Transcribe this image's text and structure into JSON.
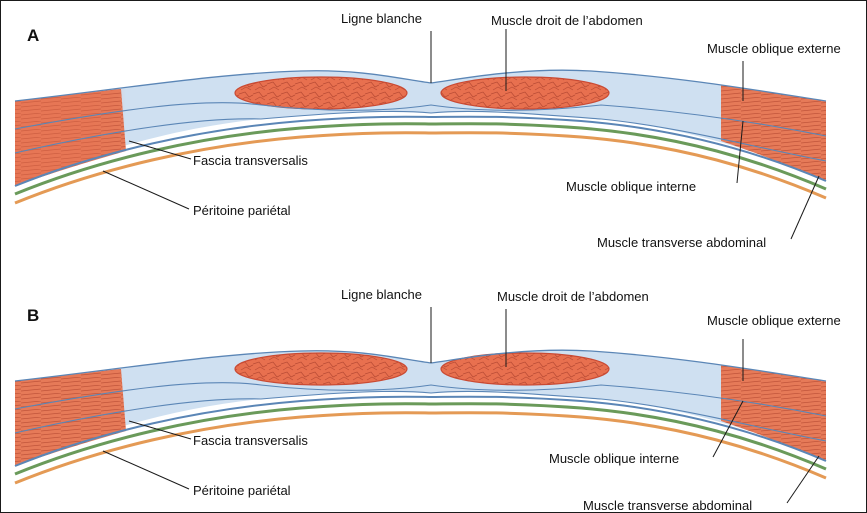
{
  "panels": [
    {
      "letter": "A",
      "labels": {
        "linea_alba": "Ligne blanche",
        "rectus": "Muscle droit de l’abdomen",
        "external_oblique": "Muscle oblique externe",
        "transversalis_fascia": "Fascia transversalis",
        "internal_oblique": "Muscle oblique interne",
        "parietal_peritoneum": "Péritoine pariétal",
        "transversus": "Muscle transverse abdominal"
      }
    },
    {
      "letter": "B",
      "labels": {
        "linea_alba": "Ligne blanche",
        "rectus": "Muscle droit de l’abdomen",
        "external_oblique": "Muscle oblique externe",
        "transversalis_fascia": "Fascia transversalis",
        "internal_oblique": "Muscle oblique interne",
        "parietal_peritoneum": "Péritoine pariétal",
        "transversus": "Muscle transverse abdominal"
      }
    }
  ],
  "colors": {
    "muscle": "#e8704f",
    "muscle_dark": "#c94a33",
    "aponeurosis": "#c9dcef",
    "fascia_line": "#5b86b6",
    "green_layer": "#6a9a5a",
    "peritoneum": "#e49a55"
  }
}
